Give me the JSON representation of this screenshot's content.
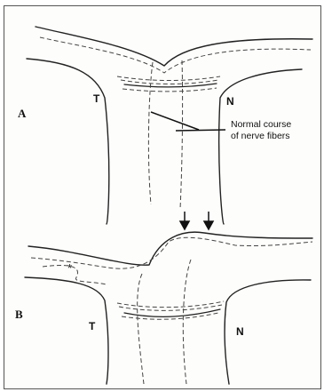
{
  "panel_a": {
    "letter": "A",
    "temporal": "T",
    "nasal": "N",
    "caption_line1": "Normal course",
    "caption_line2": "of nerve fibers"
  },
  "panel_b": {
    "letter": "B",
    "temporal": "T",
    "nasal": "N",
    "asterisk": "*"
  }
}
